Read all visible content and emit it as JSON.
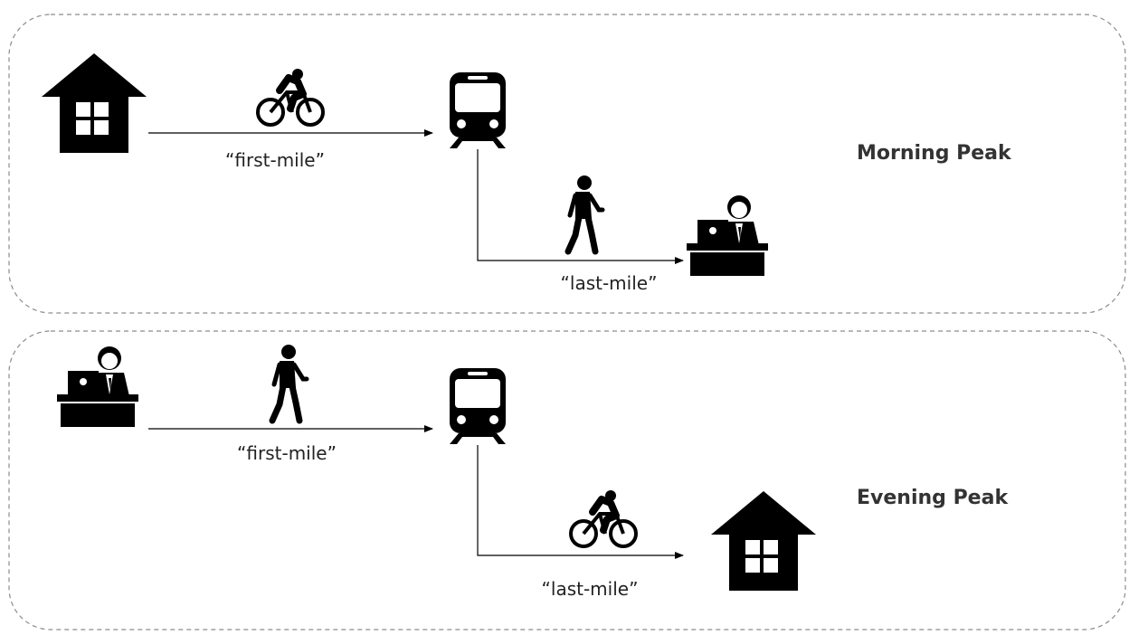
{
  "morning": {
    "title": "Morning Peak",
    "first_label": "“first-mile”",
    "last_label": "“last-mile”",
    "origin_icon": "house-icon",
    "first_mode_icon": "cyclist-icon",
    "station_icon": "train-icon",
    "last_mode_icon": "walker-icon",
    "destination_icon": "office-worker-icon"
  },
  "evening": {
    "title": "Evening Peak",
    "first_label": "“first-mile”",
    "last_label": "“last-mile”",
    "origin_icon": "office-worker-icon",
    "first_mode_icon": "walker-icon",
    "station_icon": "train-icon",
    "last_mode_icon": "cyclist-icon",
    "destination_icon": "house-icon"
  },
  "colors": {
    "ink": "#000000",
    "text": "#222222",
    "border": "#8c8c8c"
  }
}
